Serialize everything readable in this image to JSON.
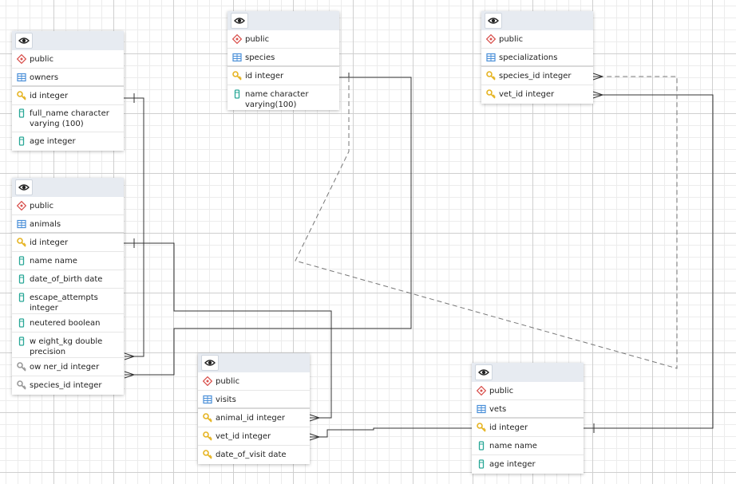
{
  "tables": [
    {
      "id": "owners",
      "schema": "public",
      "name": "owners",
      "columns": [
        {
          "label": "id integer",
          "kind": "pk"
        },
        {
          "label": "full_name character varying (100)",
          "kind": "col"
        },
        {
          "label": "age integer",
          "kind": "col"
        }
      ]
    },
    {
      "id": "animals",
      "schema": "public",
      "name": "animals",
      "columns": [
        {
          "label": "id integer",
          "kind": "pk"
        },
        {
          "label": "name name",
          "kind": "col"
        },
        {
          "label": "date_of_birth date",
          "kind": "col"
        },
        {
          "label": "escape_attempts integer",
          "kind": "col"
        },
        {
          "label": "neutered boolean",
          "kind": "col"
        },
        {
          "label": "w eight_kg double precision",
          "kind": "col"
        },
        {
          "label": "ow ner_id integer",
          "kind": "fk"
        },
        {
          "label": "species_id integer",
          "kind": "fk"
        }
      ]
    },
    {
      "id": "species",
      "schema": "public",
      "name": "species",
      "columns": [
        {
          "label": "id integer",
          "kind": "pk"
        },
        {
          "label": "name character varying(100)",
          "kind": "col"
        }
      ]
    },
    {
      "id": "specializations",
      "schema": "public",
      "name": "specializations",
      "columns": [
        {
          "label": "species_id integer",
          "kind": "pk"
        },
        {
          "label": "vet_id integer",
          "kind": "pk"
        }
      ]
    },
    {
      "id": "visits",
      "schema": "public",
      "name": "visits",
      "columns": [
        {
          "label": "animal_id integer",
          "kind": "pk"
        },
        {
          "label": "vet_id integer",
          "kind": "pk"
        },
        {
          "label": "date_of_visit date",
          "kind": "pk"
        }
      ]
    },
    {
      "id": "vets",
      "schema": "public",
      "name": "vets",
      "columns": [
        {
          "label": "id integer",
          "kind": "pk"
        },
        {
          "label": "name name",
          "kind": "col"
        },
        {
          "label": "age integer",
          "kind": "col"
        }
      ]
    }
  ],
  "relationships": [
    {
      "from": "animals.owner_id",
      "to": "owners.id"
    },
    {
      "from": "animals.species_id",
      "to": "species.id"
    },
    {
      "from": "visits.animal_id",
      "to": "animals.id"
    },
    {
      "from": "visits.vet_id",
      "to": "vets.id"
    },
    {
      "from": "specializations.species_id",
      "to": "species.id",
      "style": "dashed"
    },
    {
      "from": "specializations.vet_id",
      "to": "vets.id"
    }
  ],
  "colors": {
    "header": "#e7ebf1",
    "key_icon": "#e6b422",
    "fk_icon": "#9a9a9a",
    "column_icon": "#2aa897",
    "table_icon": "#4a8fd8",
    "schema_icon": "#d9534f",
    "link": "#333333"
  },
  "icons": {
    "visibility": "eye-icon",
    "schema": "schema-diamond-icon",
    "table": "table-grid-icon",
    "primary_key": "key-icon",
    "foreign_key": "foreign-key-icon",
    "column": "column-icon"
  }
}
